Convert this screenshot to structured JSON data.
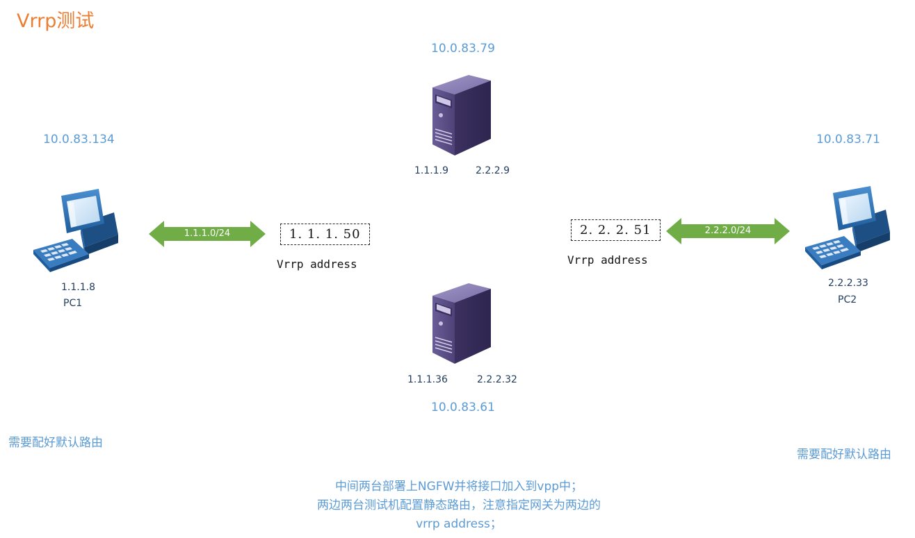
{
  "title": "Vrrp测试",
  "server_top": {
    "mgmt_ip": "10.0.83.79",
    "ip_left": "1.1.1.9",
    "ip_right": "2.2.2.9"
  },
  "server_bottom": {
    "mgmt_ip": "10.0.83.61",
    "ip_left": "1.1.1.36",
    "ip_right": "2.2.2.32"
  },
  "pc1": {
    "mgmt_ip": "10.0.83.134",
    "ip": "1.1.1.8",
    "label": "PC1",
    "note": "需要配好默认路由"
  },
  "pc2": {
    "mgmt_ip": "10.0.83.71",
    "ip": "2.2.2.33",
    "label": "PC2",
    "note": "需要配好默认路由"
  },
  "link_left": {
    "label": "1.1.1.0/24"
  },
  "link_right": {
    "label": "2.2.2.0/24"
  },
  "vip_left": {
    "address": "1. 1. 1. 50",
    "label": "Vrrp address"
  },
  "vip_right": {
    "address": "2. 2. 2. 51",
    "label": "Vrrp address"
  },
  "bottom_note": {
    "line1": "中间两台部署上NGFW并将接口加入到vpp中；",
    "line2": "两边两台测试机配置静态路由，注意指定网关为两边的",
    "line3": "vrrp address；"
  },
  "colors": {
    "title": "#ed7d31",
    "mgmt": "#5b9bd5",
    "arrow": "#70ad47",
    "server": "#5c4f87"
  }
}
